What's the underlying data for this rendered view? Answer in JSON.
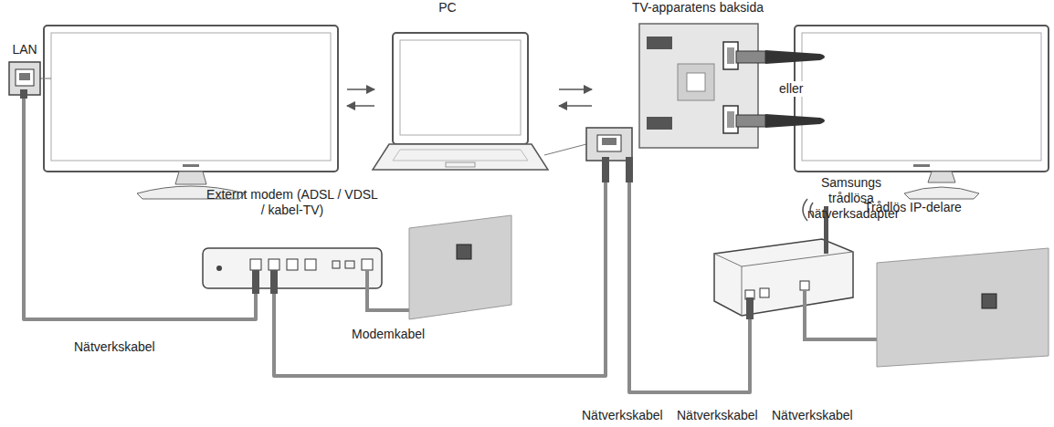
{
  "diagram": {
    "nodes": [
      {
        "text": [
          "LAN"
        ]
      },
      {
        "text": [
          "PC"
        ]
      },
      {
        "text": [
          "TV-apparatens baksida"
        ]
      },
      {
        "text": [
          "Samsungs trådlösa nätverksadapter"
        ]
      },
      {
        "text": [
          "Externt modem (ADSL / VDSL / kabel-TV)"
        ]
      },
      {
        "text": [
          "Trådlös IP-delare"
        ]
      }
    ],
    "edges": [
      {
        "from": 0,
        "to": 4,
        "arrow": "none"
      },
      {
        "from": 4,
        "to": 1,
        "arrow": "none"
      },
      {
        "from": 1,
        "to": 5,
        "arrow": "none"
      }
    ],
    "labels": [
      "eller",
      "Nätverkskabel",
      "Modemkabel",
      "Nätverkskabel",
      "Nätverkskabel",
      "Nätverkskabel"
    ]
  }
}
